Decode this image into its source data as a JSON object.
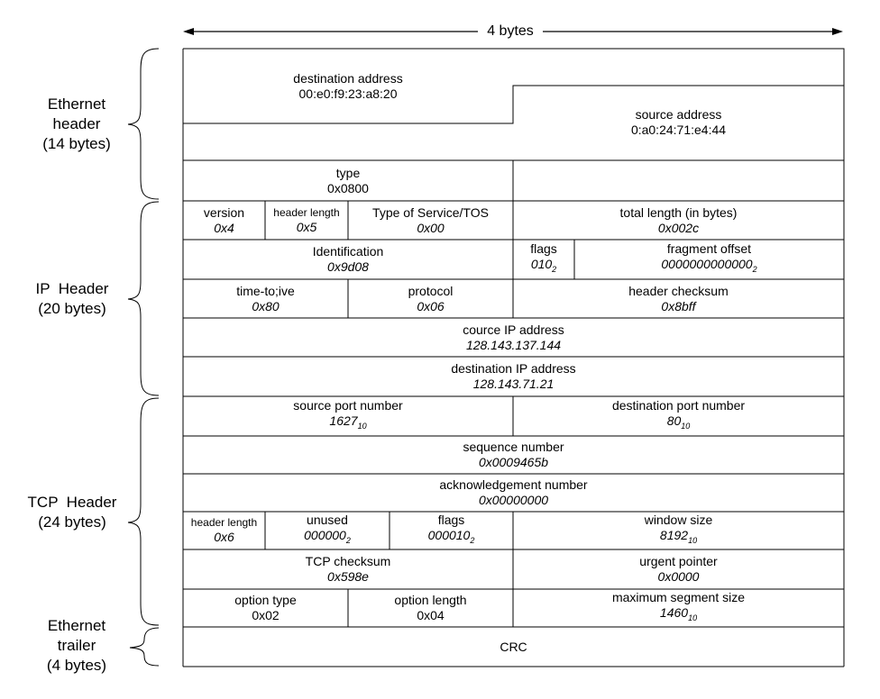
{
  "width_label": "4 bytes",
  "sections": [
    {
      "name": "Ethernet\nheader\n(14 bytes)",
      "lines": [
        "Ethernet",
        "header",
        "(14 bytes)"
      ]
    },
    {
      "name": "IP Header (20 bytes)",
      "lines": [
        "IP  Header",
        "(20 bytes)"
      ]
    },
    {
      "name": "TCP Header (24 bytes)",
      "lines": [
        "TCP  Header",
        "(24 bytes)"
      ]
    },
    {
      "name": "Ethernet trailer (4 bytes)",
      "lines": [
        "Ethernet",
        "trailer",
        "(4 bytes)"
      ]
    }
  ],
  "ethernet": {
    "dest_label": "destination address",
    "dest_value": "00:e0:f9:23:a8:20",
    "src_label": "source address",
    "src_value": "0:a0:24:71:e4:44",
    "type_label": "type",
    "type_value": "0x0800"
  },
  "ip": {
    "version_label": "version",
    "version_value": "0x4",
    "hlen_label": "header length",
    "hlen_value": "0x5",
    "tos_label": "Type of Service/TOS",
    "tos_value": "0x00",
    "total_len_label": "total length (in bytes)",
    "total_len_value": "0x002c",
    "id_label": "Identification",
    "id_value": "0x9d08",
    "flags_label": "flags",
    "flags_value": "010",
    "flags_base": "2",
    "frag_label": "fragment offset",
    "frag_value": "0000000000000",
    "frag_base": "2",
    "ttl_label": "time-to;ive",
    "ttl_value": "0x80",
    "proto_label": "protocol",
    "proto_value": "0x06",
    "checksum_label": "header checksum",
    "checksum_value": "0x8bff",
    "src_label": "cource IP address",
    "src_value": "128.143.137.144",
    "dst_label": "destination IP address",
    "dst_value": "128.143.71.21"
  },
  "tcp": {
    "sport_label": "source port number",
    "sport_value": "1627",
    "sport_base": "10",
    "dport_label": "destination port number",
    "dport_value": "80",
    "dport_base": "10",
    "seq_label": "sequence number",
    "seq_value": "0x0009465b",
    "ack_label": "acknowledgement number",
    "ack_value": "0x00000000",
    "hlen_label": "header length",
    "hlen_value": "0x6",
    "unused_label": "unused",
    "unused_value": "000000",
    "unused_base": "2",
    "flags_label": "flags",
    "flags_value": "000010",
    "flags_base": "2",
    "win_label": "window size",
    "win_value": "8192",
    "win_base": "10",
    "checksum_label": "TCP checksum",
    "checksum_value": "0x598e",
    "urg_label": "urgent pointer",
    "urg_value": "0x0000",
    "opt_type_label": "option type",
    "opt_type_value": "0x02",
    "opt_len_label": "option length",
    "opt_len_value": "0x04",
    "mss_label": "maximum segment size",
    "mss_value": "1460",
    "mss_base": "10"
  },
  "trailer": {
    "crc_label": "CRC"
  }
}
